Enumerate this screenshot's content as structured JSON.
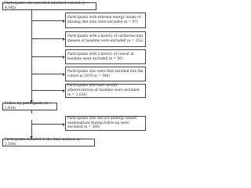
{
  "flowchart": {
    "start": "Participants who provided informed consent (n = 4,045)",
    "exclusions_1": [
      "Participants with extreme energy intake or missing diet data were excluded (n = 97)",
      "Participants with a history of cardiovascular disease at baseline were excluded (n = 252)",
      "Participants with a history of cancer at baseline were excluded (n = 50)",
      "Participants who were first enrolled into the cohort in 2019 (n = 166)",
      "Participants who had carotid atherosclerosis at baseline were excluded (n = 1,036)"
    ],
    "follow_up": "Follow-up participants (n = 2,434)",
    "exclusion_2": "Participants who did not undergo health examinations during follow-up were excluded (n = 268)",
    "final": "Participants included in the final analysis (n = 2,166)"
  }
}
